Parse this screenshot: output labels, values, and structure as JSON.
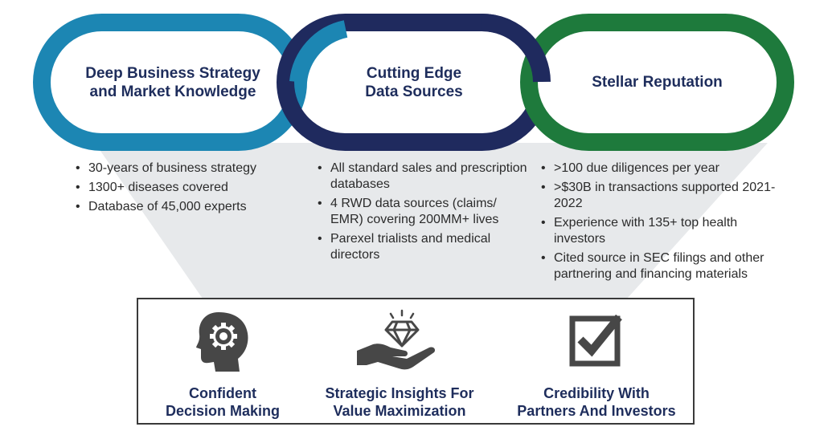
{
  "colors": {
    "ring1": "#1c86b3",
    "ring2": "#1f2a5e",
    "ring3": "#1e7a3c",
    "title_text": "#1e2d5c",
    "funnel": "#e7e9eb",
    "icon": "#474747"
  },
  "pillars": [
    {
      "title_line1": "Deep Business Strategy",
      "title_line2": "and Market Knowledge",
      "bullets": [
        "30-years of business strategy",
        "1300+ diseases covered",
        "Database of 45,000 experts"
      ]
    },
    {
      "title_line1": "Cutting Edge",
      "title_line2": "Data Sources",
      "bullets": [
        "All standard sales and prescription databases",
        "4 RWD data sources (claims/ EMR) covering 200MM+ lives",
        "Parexel trialists and medical directors"
      ]
    },
    {
      "title_line1": "Stellar Reputation",
      "title_line2": "",
      "bullets": [
        ">100 due diligences per year",
        ">$30B in transactions supported 2021-2022",
        "Experience with 135+ top health investors",
        "Cited source in SEC filings and other partnering and financing materials"
      ]
    }
  ],
  "outcomes": [
    {
      "line1": "Confident",
      "line2": "Decision Making",
      "icon": "head-gear-icon"
    },
    {
      "line1": "Strategic Insights For",
      "line2": "Value Maximization",
      "icon": "hand-diamond-icon"
    },
    {
      "line1": "Credibility With",
      "line2": "Partners And Investors",
      "icon": "checkbox-icon"
    }
  ]
}
